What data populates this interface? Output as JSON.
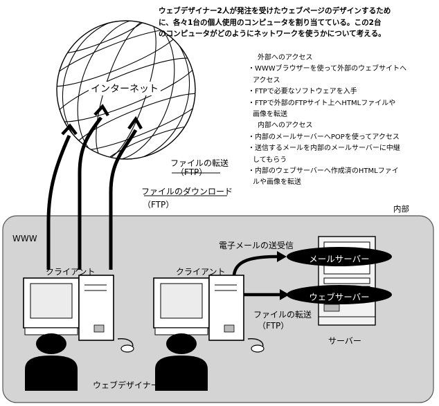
{
  "heading": {
    "line1": "ウェブデザイナー2人が発注を受けたウェブページのデザインするため",
    "line2": "に、各々1台の個人使用のコンピュータを割り当てている。この2台",
    "line3": "のコンピュータがどのようにネットワークを使うかについて考える。"
  },
  "notes": {
    "external_title": "外部へのアクセス",
    "items": [
      "・WWWブラウザーを使って外部のウェブサイトへ",
      "アクセス",
      "・FTPで必要なソフトウェアを入手",
      "・FTPで外部のFTPサイト上へHTMLファイルや",
      "画像を転送"
    ],
    "internal_title": "内部へのアクセス",
    "items2": [
      "・内部のメールサーバーへPOPを使ってアクセス",
      "・送信するメールを内部のメールサーバーに中継",
      "してもらう",
      "・内部のウェブサーバーへ作成済のHTMLファイ",
      "ルや画像を転送"
    ]
  },
  "internet_label": "インターネット",
  "labels": {
    "upload_line1": "ファイルの転送",
    "upload_line2": "（FTP）",
    "download_line1": "ファイルのダウンロード",
    "download_line2": "（FTP）",
    "inside": "内部",
    "www": "WWW",
    "client1": "クライアント",
    "client2": "クライアント",
    "email": "電子メールの送受信",
    "transfer_line1": "ファイルの転送",
    "transfer_line2": "（FTP）",
    "mail_server": "メールサーバー",
    "web_server": "ウェブサーバー",
    "server": "サーバー",
    "designers": "ウェブデザイナー"
  }
}
